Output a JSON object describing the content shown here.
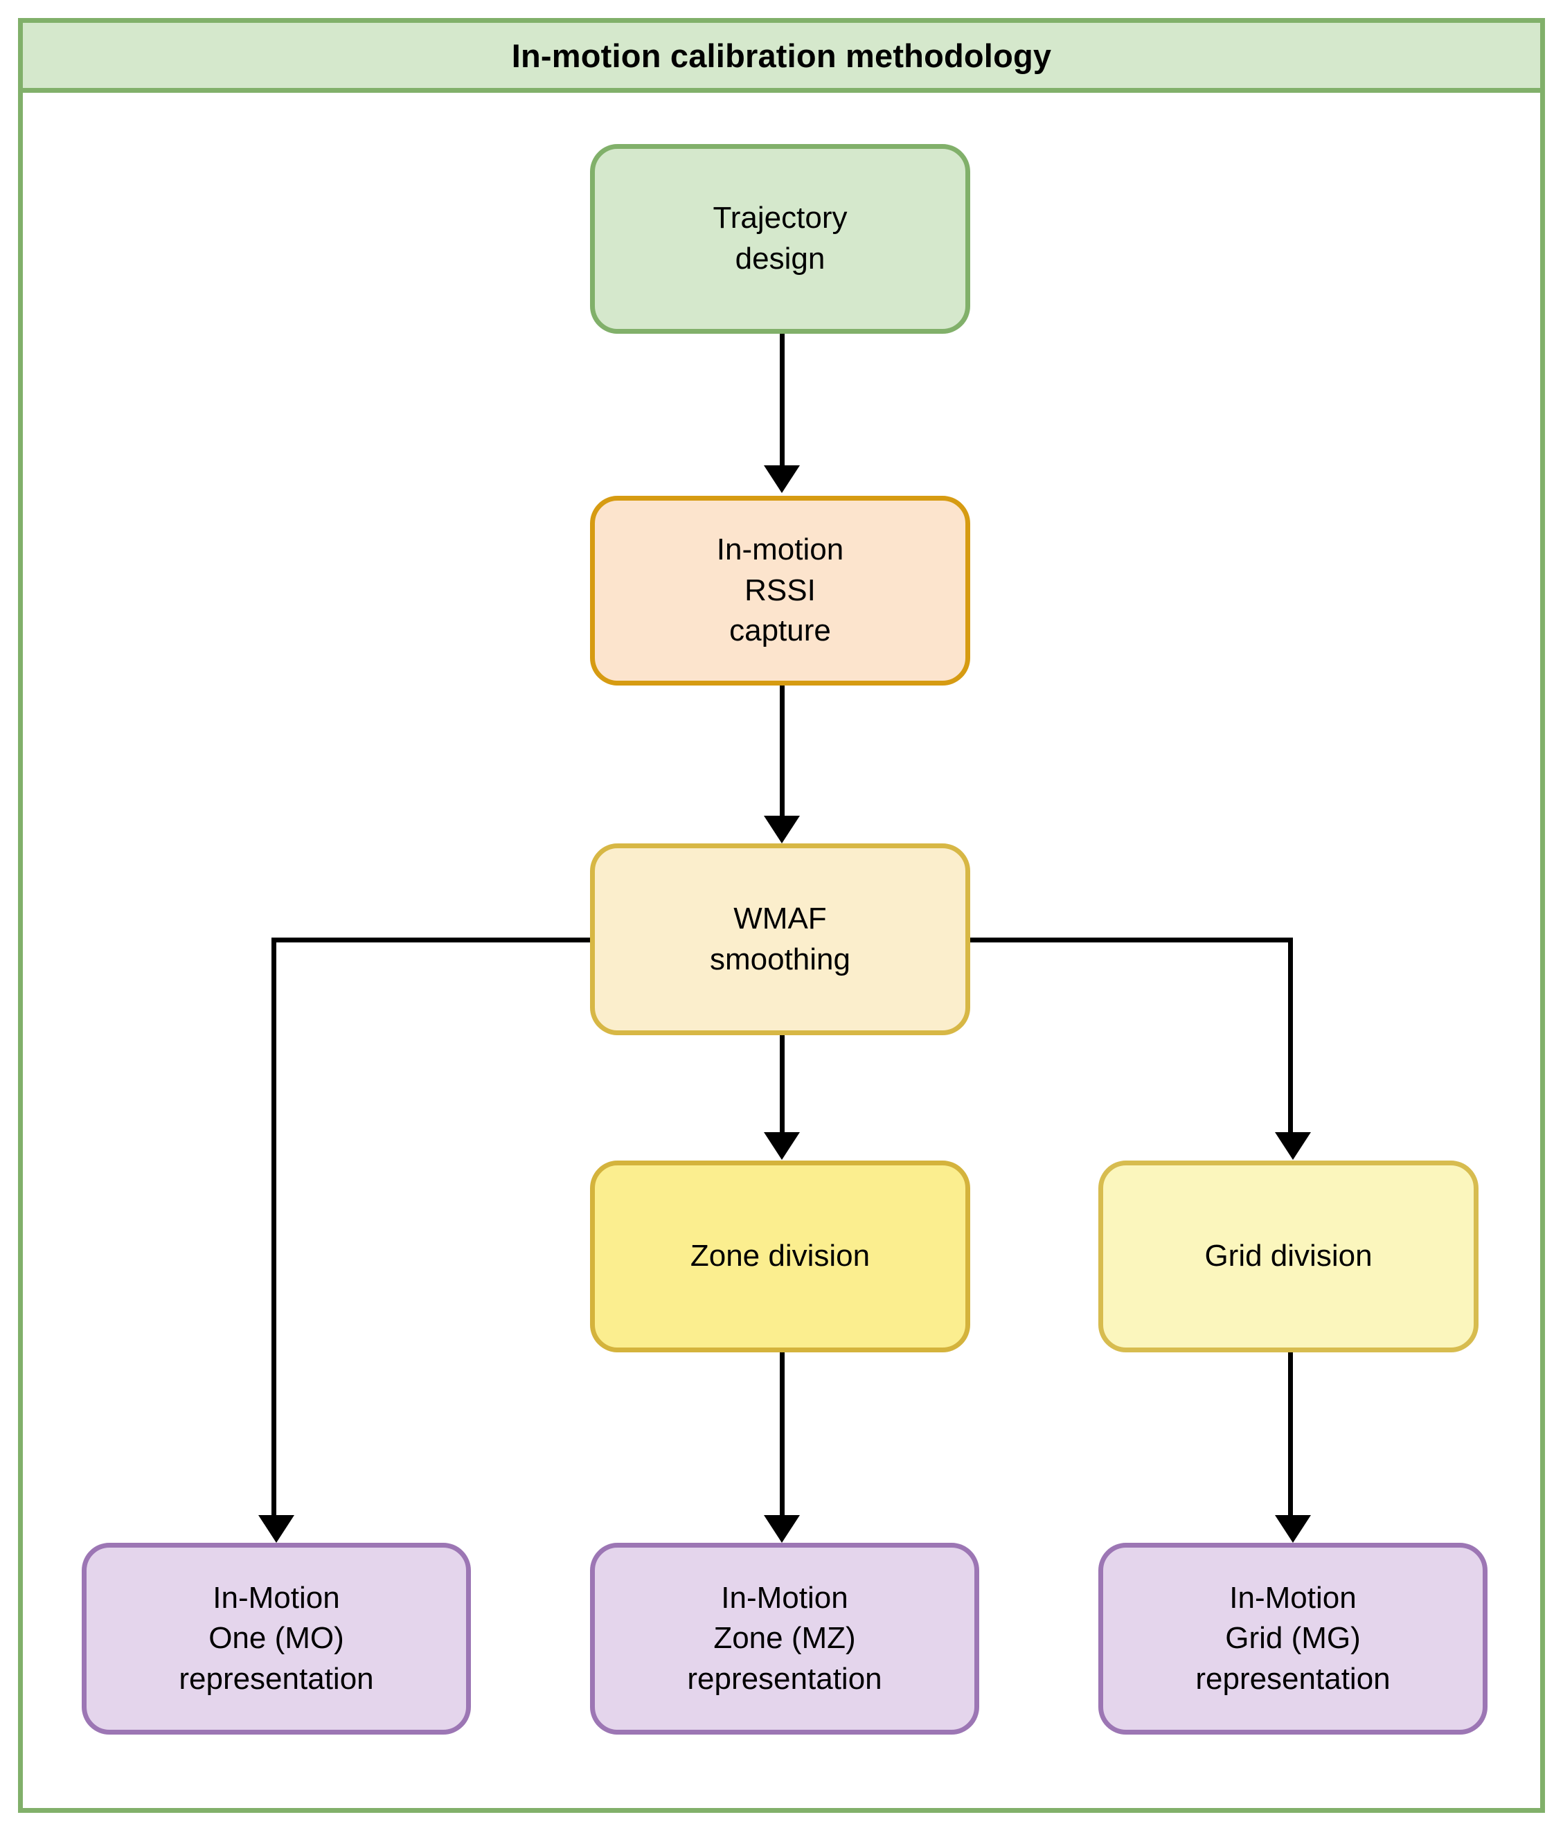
{
  "diagram": {
    "title": "In-motion calibration methodology",
    "colors": {
      "frame_border": "#81b06a",
      "title_fill": "#d5e8cc",
      "green_fill": "#d5e8cc",
      "green_border": "#81b06a",
      "peach_fill": "#fce4cd",
      "peach_border": "#d69b12",
      "cream_fill": "#fbeecc",
      "cream_border": "#d7b745",
      "yellow_fill": "#fbee8f",
      "yellow_border": "#d4b33c",
      "lemon_fill": "#fbf6bd",
      "lemon_border": "#d7bc4f",
      "purple_fill": "#e4d5ec",
      "purple_border": "#9c76b4",
      "connector": "#000000"
    },
    "nodes": {
      "trajectory_design": "Trajectory\ndesign",
      "rssi_capture": "In-motion\nRSSI\ncapture",
      "wmaf_smoothing": "WMAF\nsmoothing",
      "zone_division": "Zone division",
      "grid_division": "Grid division",
      "mo_representation": "In-Motion\nOne (MO)\nrepresentation",
      "mz_representation": "In-Motion\nZone (MZ)\nrepresentation",
      "mg_representation": "In-Motion\nGrid (MG)\nrepresentation"
    }
  }
}
